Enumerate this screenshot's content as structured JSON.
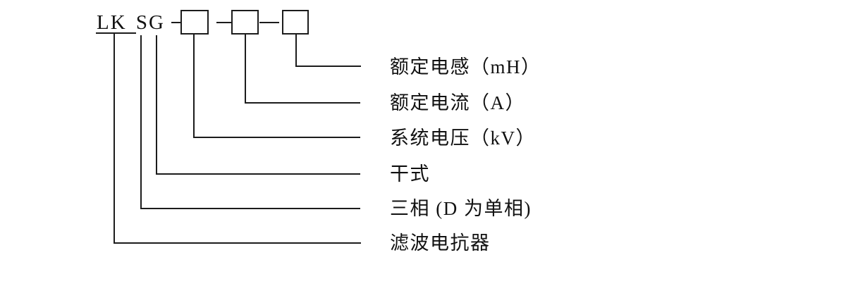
{
  "colors": {
    "background": "#ffffff",
    "line": "#1c1c1c",
    "text": "#111111"
  },
  "code": {
    "text": "LK SG"
  },
  "labels": [
    {
      "name": "rated-inductance",
      "text": "额定电感（mH）"
    },
    {
      "name": "rated-current",
      "text": "额定电流（A）"
    },
    {
      "name": "system-voltage",
      "text": "系统电压（kV）"
    },
    {
      "name": "dry-type",
      "text": "干式"
    },
    {
      "name": "three-phase",
      "text": "三相 (D 为单相)"
    },
    {
      "name": "filter-reactor",
      "text": "滤波电抗器"
    }
  ]
}
